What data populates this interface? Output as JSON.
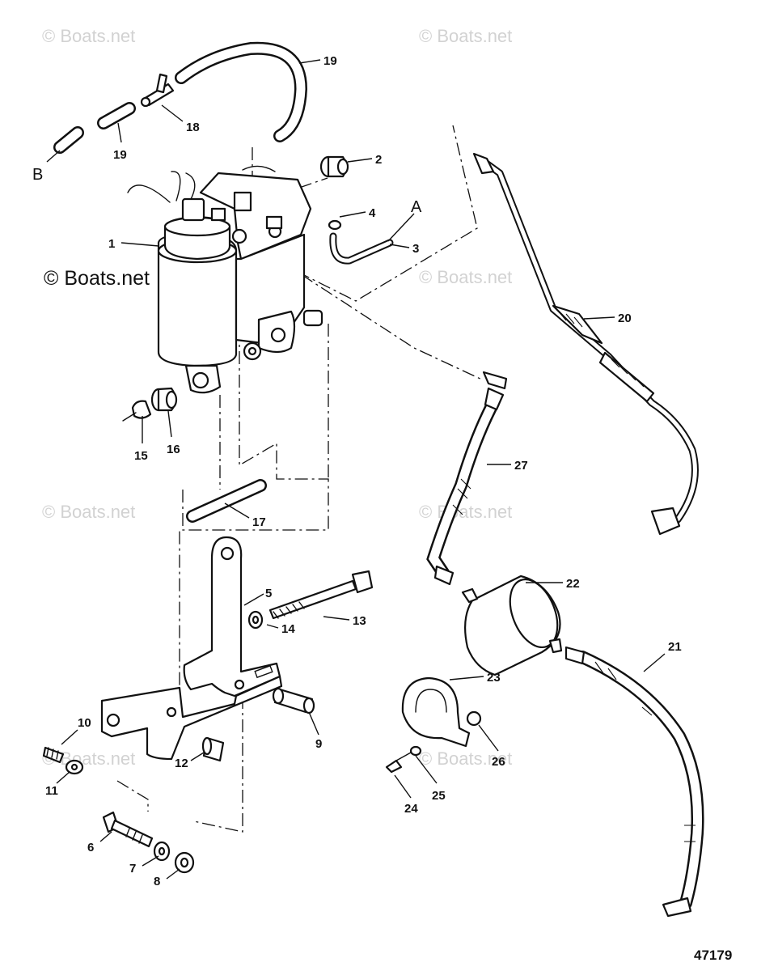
{
  "watermarks": {
    "faint": "© Boats.net",
    "prominent": "© Boats.net"
  },
  "document_number": "47179",
  "reference_letters": {
    "a": "A",
    "b": "B"
  },
  "callouts": [
    "1",
    "2",
    "3",
    "4",
    "5",
    "6",
    "7",
    "8",
    "9",
    "10",
    "11",
    "12",
    "13",
    "14",
    "15",
    "16",
    "17",
    "18",
    "19",
    "19",
    "20",
    "21",
    "22",
    "23",
    "24",
    "25",
    "26",
    "27"
  ]
}
